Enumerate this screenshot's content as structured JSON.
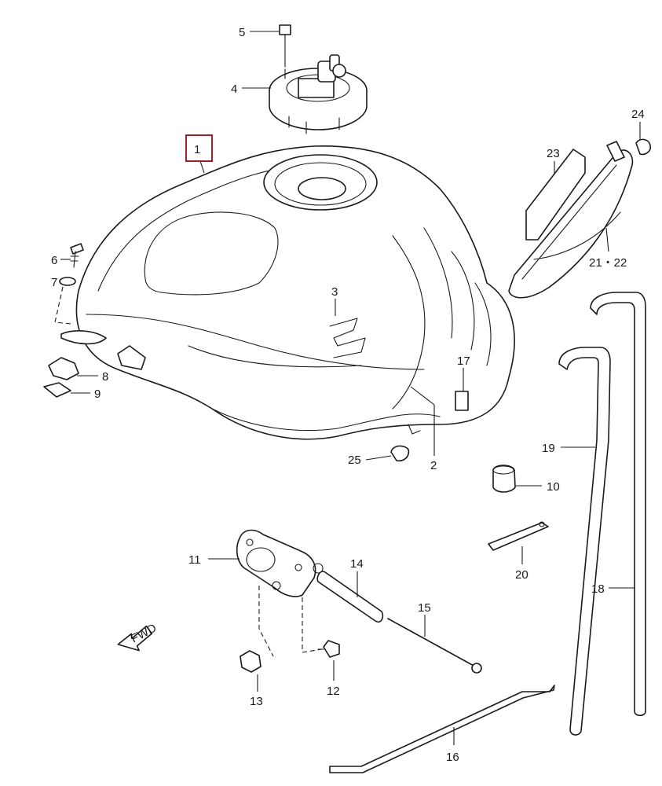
{
  "diagram": {
    "highlight_color": "#a0202a",
    "highlighted_part": "1",
    "callouts": [
      {
        "id": "1",
        "text": "1"
      },
      {
        "id": "2",
        "text": "2"
      },
      {
        "id": "3",
        "text": "3"
      },
      {
        "id": "4",
        "text": "4"
      },
      {
        "id": "5",
        "text": "5"
      },
      {
        "id": "6",
        "text": "6"
      },
      {
        "id": "7",
        "text": "7"
      },
      {
        "id": "8",
        "text": "8"
      },
      {
        "id": "9",
        "text": "9"
      },
      {
        "id": "10",
        "text": "10"
      },
      {
        "id": "11",
        "text": "11"
      },
      {
        "id": "12",
        "text": "12"
      },
      {
        "id": "13",
        "text": "13"
      },
      {
        "id": "14",
        "text": "14"
      },
      {
        "id": "15",
        "text": "15"
      },
      {
        "id": "16",
        "text": "16"
      },
      {
        "id": "17",
        "text": "17"
      },
      {
        "id": "18",
        "text": "18"
      },
      {
        "id": "19",
        "text": "19"
      },
      {
        "id": "20",
        "text": "20"
      },
      {
        "id": "21-22",
        "text": "21・22"
      },
      {
        "id": "23",
        "text": "23"
      },
      {
        "id": "24",
        "text": "24"
      },
      {
        "id": "25",
        "text": "25"
      }
    ],
    "direction_arrow": {
      "text": "FWD",
      "icon": "forward-arrow-icon"
    }
  }
}
